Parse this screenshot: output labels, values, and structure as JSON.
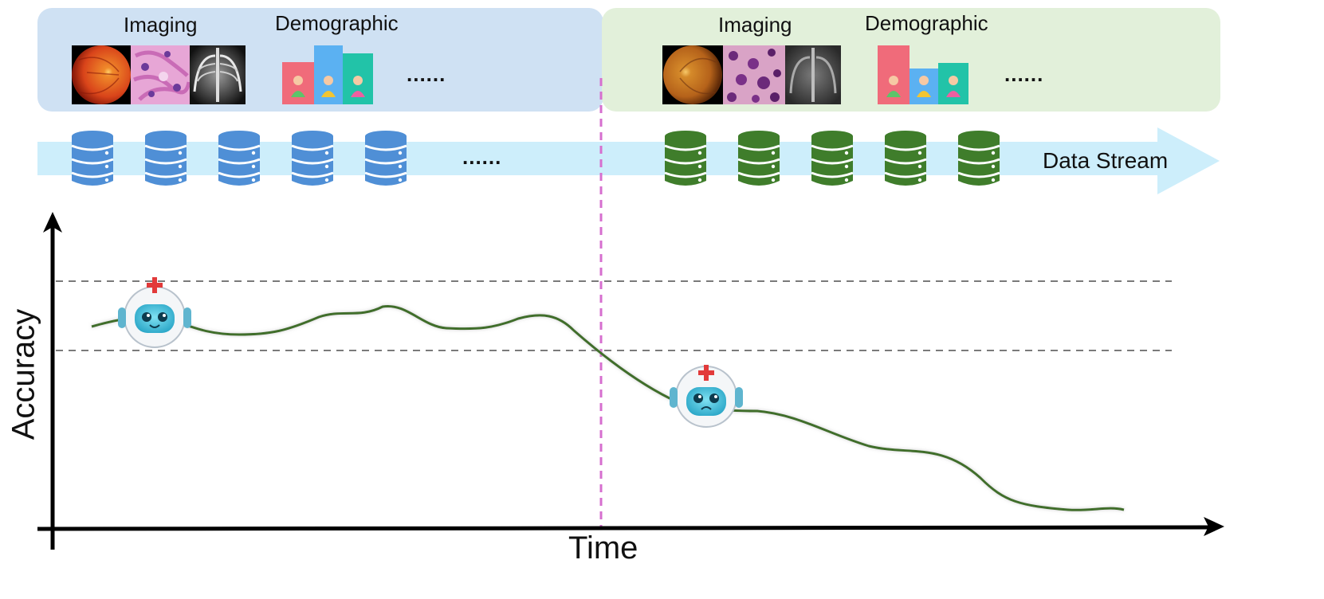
{
  "panels": {
    "left": {
      "imaging_label": "Imaging",
      "demographic_label": "Demographic",
      "ellipsis": "......",
      "color": "#cfe1f3"
    },
    "right": {
      "imaging_label": "Imaging",
      "demographic_label": "Demographic",
      "ellipsis": "......",
      "color": "#e2f0da"
    }
  },
  "stream": {
    "label": "Data Stream",
    "ellipsis": "......",
    "arrow_color": "#cdeefb",
    "left_db_color": "#4f8fd6",
    "right_db_color": "#3f7d2b"
  },
  "axes": {
    "y_label": "Accuracy",
    "x_label": "Time"
  },
  "icons": {
    "left_images": [
      "retina-fundus-icon",
      "histology-pink-icon",
      "chest-xray-icon"
    ],
    "right_images": [
      "retina-fundus-icon",
      "histology-purple-icon",
      "chest-xray-icon"
    ],
    "demographic": "demographic-bars-icon",
    "database": "database-icon",
    "robot_happy": "happy-medical-robot-icon",
    "robot_sad": "sad-medical-robot-icon"
  },
  "colors": {
    "curve": "#3f6e2a",
    "divider": "#d66fcf",
    "threshold": "#7a7a7a"
  }
}
